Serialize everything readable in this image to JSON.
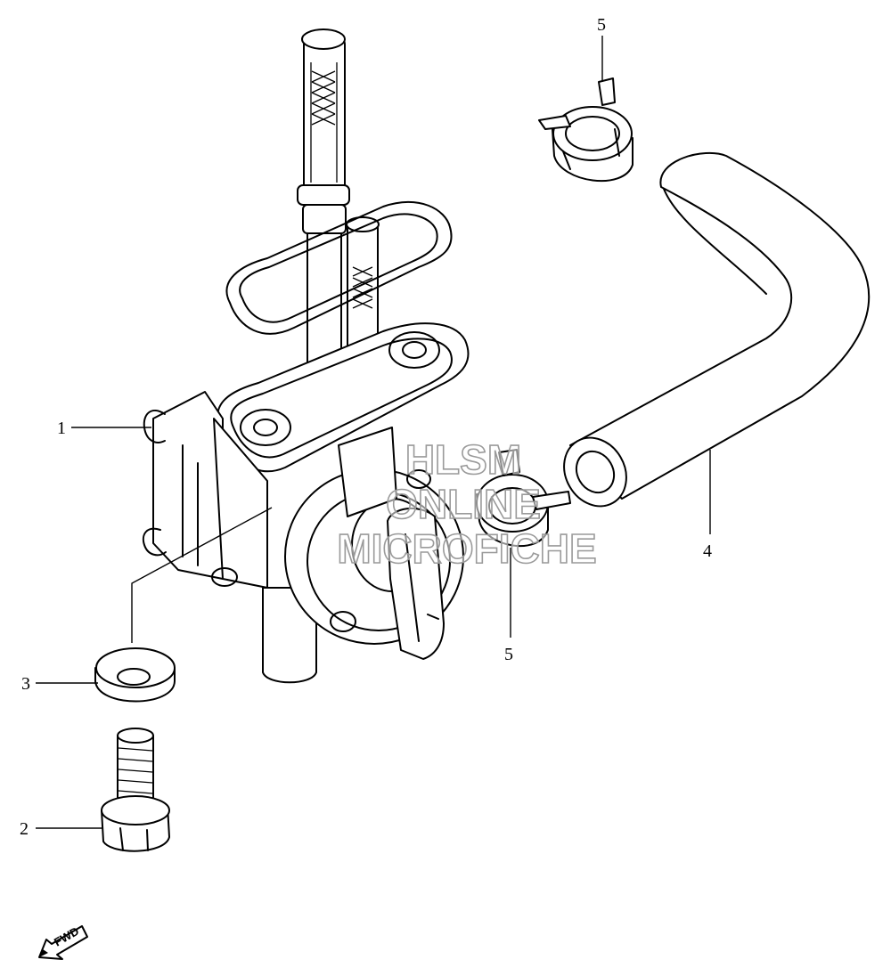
{
  "callouts": [
    {
      "id": "1",
      "label": "1"
    },
    {
      "id": "2",
      "label": "2"
    },
    {
      "id": "3",
      "label": "3"
    },
    {
      "id": "4",
      "label": "4"
    },
    {
      "id": "5a",
      "label": "5"
    },
    {
      "id": "5b",
      "label": "5"
    }
  ],
  "watermark": {
    "line1": "HLSM",
    "line2": "ONLINE",
    "line3": "MICROFICHE"
  },
  "direction_marker": {
    "label": "FWD"
  }
}
